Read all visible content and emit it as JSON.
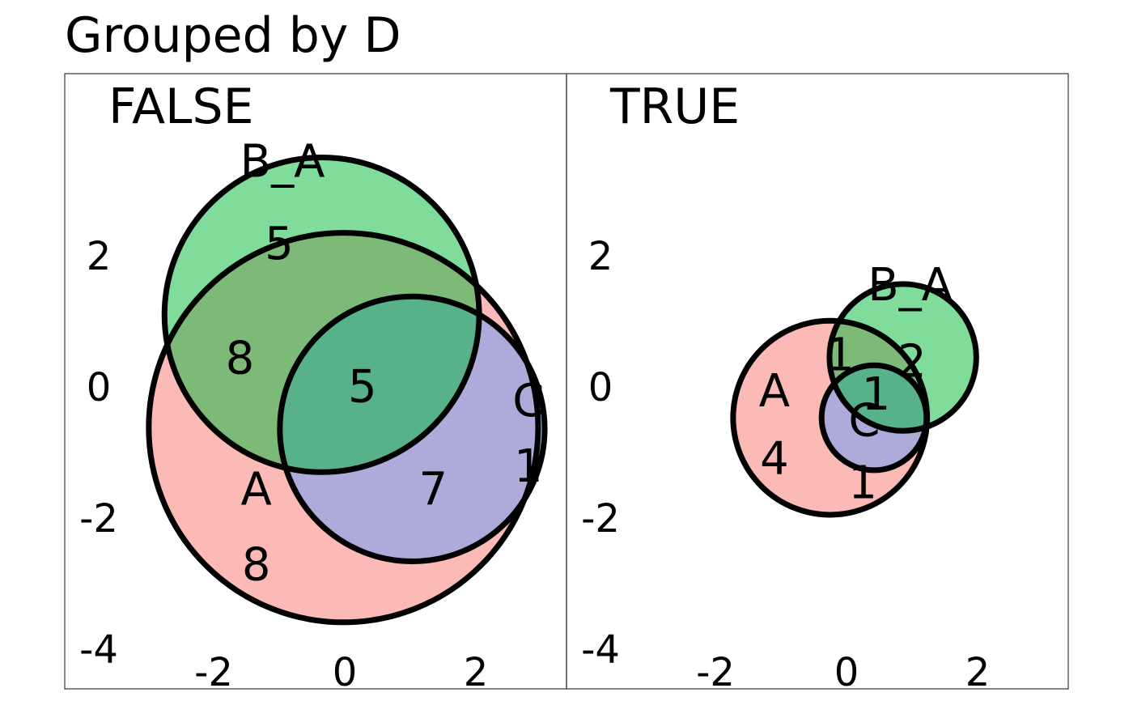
{
  "chart_data": {
    "type": "euler",
    "title": "Grouped by D",
    "grouping": "D",
    "colors": {
      "A": "#f8766d",
      "B_A": "#00ba38",
      "C": "#619cff"
    },
    "axis_ticks": {
      "x": [
        "-2",
        "0",
        "2"
      ],
      "y": [
        "2",
        "0",
        "-2",
        "-4"
      ]
    },
    "panels": [
      {
        "strip": "FALSE",
        "sets": [
          {
            "name": "A",
            "label": "A",
            "center": [
              -0.02,
              -0.62
            ],
            "radius": 2.97
          },
          {
            "name": "B_A",
            "label": "B_A",
            "center": [
              -0.35,
              1.1
            ],
            "radius": 2.4
          },
          {
            "name": "C",
            "label": "C",
            "center": [
              1.03,
              -0.64
            ],
            "radius": 2.02
          }
        ],
        "regions": [
          {
            "sets": [
              "B_A"
            ],
            "count": "5",
            "at": [
              -1.0,
              2.2
            ]
          },
          {
            "sets": [
              "A",
              "B_A"
            ],
            "count": "8",
            "at": [
              -1.6,
              0.45
            ]
          },
          {
            "sets": [
              "A",
              "B_A",
              "C"
            ],
            "count": "5",
            "at": [
              0.27,
              0.02
            ]
          },
          {
            "sets": [
              "A",
              "C"
            ],
            "count": "7",
            "at": [
              1.35,
              -1.55
            ]
          },
          {
            "sets": [
              "C"
            ],
            "count": "1",
            "at": [
              2.8,
              -1.2
            ]
          },
          {
            "sets": [
              "A"
            ],
            "count": "8",
            "at": [
              -1.35,
              -2.7
            ]
          }
        ],
        "set_label_positions": {
          "A": [
            -1.35,
            -1.55
          ],
          "B_A": [
            -0.95,
            3.45
          ],
          "C": [
            2.8,
            -0.2
          ]
        }
      },
      {
        "strip": "TRUE",
        "sets": [
          {
            "name": "A",
            "label": "A",
            "center": [
              -0.25,
              -0.47
            ],
            "radius": 1.48
          },
          {
            "name": "B_A",
            "label": "B_A",
            "center": [
              0.86,
              0.45
            ],
            "radius": 1.12
          },
          {
            "name": "C",
            "label": "C",
            "center": [
              0.42,
              -0.47
            ],
            "radius": 0.8
          }
        ],
        "regions": [
          {
            "sets": [
              "A",
              "B_A"
            ],
            "count": "1",
            "at": [
              -0.1,
              0.5
            ]
          },
          {
            "sets": [
              "B_A"
            ],
            "count": "2",
            "at": [
              1.0,
              0.4
            ]
          },
          {
            "sets": [
              "A",
              "B_A",
              "C"
            ],
            "count": "1",
            "at": [
              0.45,
              -0.1
            ]
          },
          {
            "sets": [
              "A"
            ],
            "count": "4",
            "at": [
              -1.1,
              -1.08
            ]
          },
          {
            "sets": [
              "A",
              "C"
            ],
            "count": "1",
            "at": [
              0.25,
              -1.45
            ]
          }
        ],
        "set_label_positions": {
          "A": [
            -1.1,
            -0.05
          ],
          "B_A": [
            0.97,
            1.57
          ],
          "C": [
            0.27,
            -0.5
          ]
        }
      }
    ]
  }
}
